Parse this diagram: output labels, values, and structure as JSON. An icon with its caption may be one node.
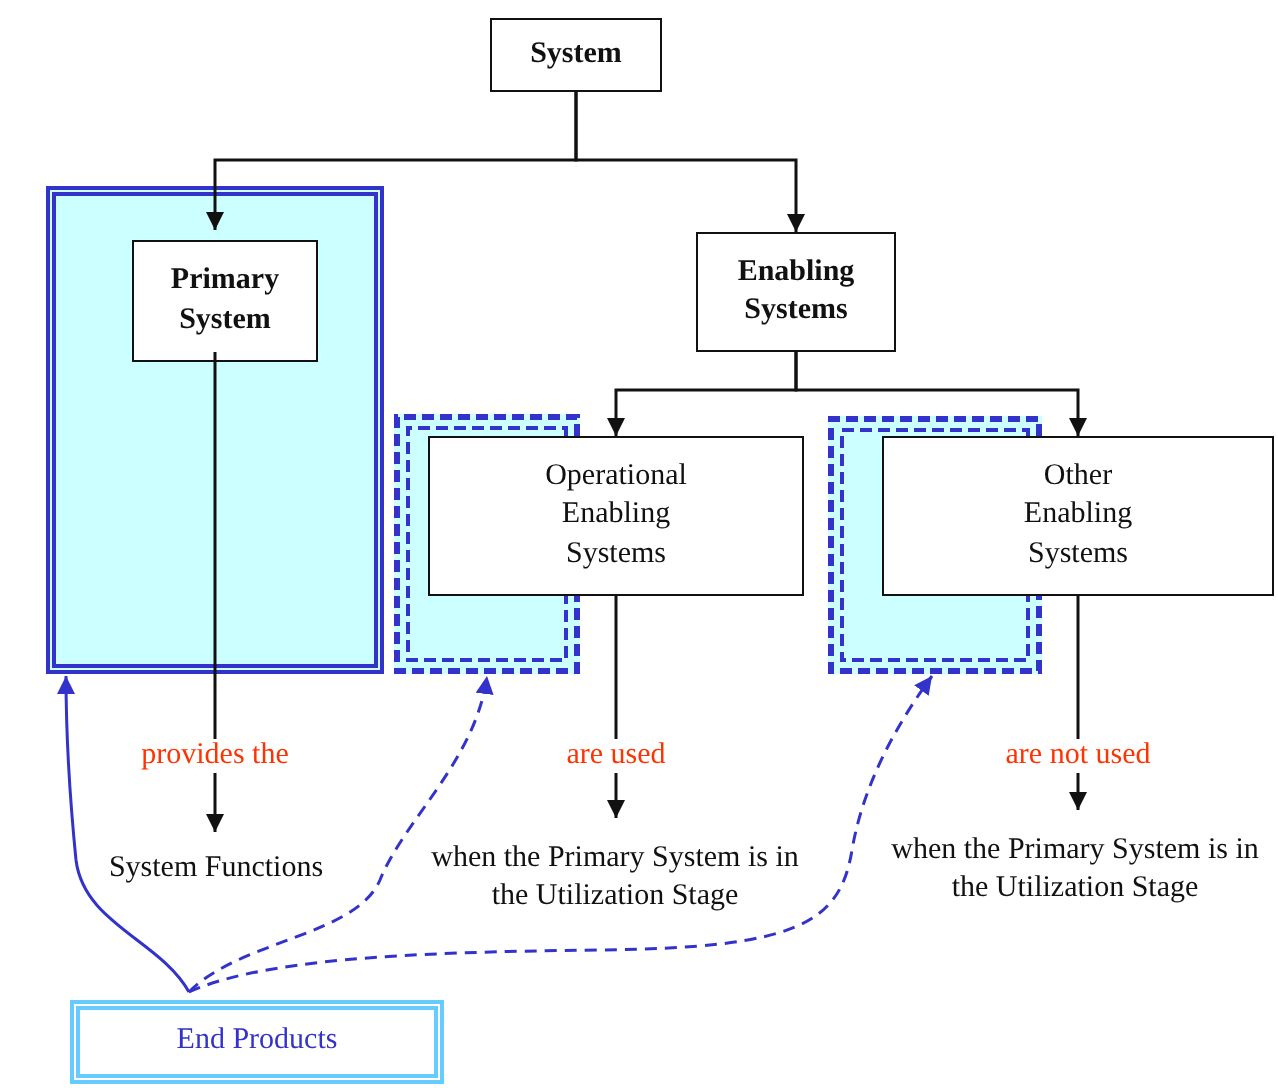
{
  "diagram": {
    "nodes": [
      {
        "text": [
          "System"
        ]
      },
      {
        "text": [],
        "shape": "box"
      },
      {
        "text": [
          "Primary System"
        ],
        "in": 1
      },
      {
        "text": [
          "Enabling Systems"
        ]
      },
      {
        "text": [],
        "shape": "box"
      },
      {
        "text": [
          "Operational Enabling Systems"
        ]
      },
      {
        "text": [],
        "shape": "box"
      },
      {
        "text": [
          "Other Enabling Systems"
        ]
      },
      {
        "text": [
          "System Functions"
        ]
      },
      {
        "text": [
          "when the Primary System is in the Utilization Stage"
        ]
      },
      {
        "text": [
          "when the Primary System is in the Utilization Stage"
        ]
      },
      {
        "text": [
          "End Products"
        ]
      }
    ],
    "edges": [
      {
        "from": 0,
        "to": 2,
        "arrow": "to"
      },
      {
        "from": 0,
        "to": 3,
        "arrow": "to"
      },
      {
        "from": 3,
        "to": 5,
        "arrow": "to"
      },
      {
        "from": 3,
        "to": 7,
        "arrow": "to"
      },
      {
        "from": 2,
        "to": 8,
        "arrow": "to",
        "label": "provides the"
      },
      {
        "from": 5,
        "to": 9,
        "arrow": "to",
        "label": "are used"
      },
      {
        "from": 7,
        "to": 10,
        "arrow": "to",
        "label": "are not used"
      },
      {
        "from": 11,
        "to": 1,
        "arrow": "to",
        "color": "#3333cc"
      },
      {
        "from": 11,
        "to": 4,
        "arrow": "to",
        "style": "dashed",
        "color": "#3333cc"
      },
      {
        "from": 11,
        "to": 6,
        "arrow": "to",
        "style": "dashed",
        "color": "#3333cc"
      }
    ]
  }
}
